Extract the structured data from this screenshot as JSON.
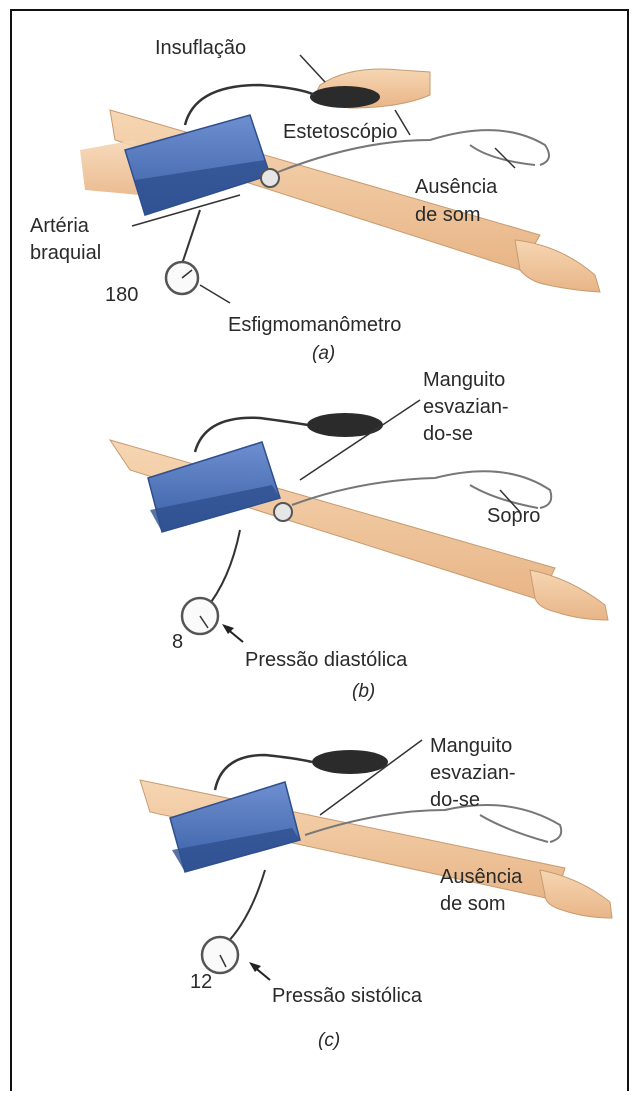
{
  "panel_a": {
    "insuflacao": "Insuflação",
    "estetoscopio": "Estetoscópio",
    "ausencia_l1": "Ausência",
    "ausencia_l2": "de som",
    "arteria_l1": "Artéria",
    "arteria_l2": "braquial",
    "gauge_value": "180",
    "esfigmo": "Esfigmomanômetro",
    "caption": "(a)"
  },
  "panel_b": {
    "manguito_l1": "Manguito",
    "manguito_l2": "esvazian-",
    "manguito_l3": "do-se",
    "sopro": "Sopro",
    "gauge_value": "8",
    "pressao": "Pressão diastólica",
    "caption": "(b)"
  },
  "panel_c": {
    "manguito_l1": "Manguito",
    "manguito_l2": "esvazian-",
    "manguito_l3": "do-se",
    "ausencia_l1": "Ausência",
    "ausencia_l2": "de som",
    "gauge_value": "12",
    "pressao": "Pressão sistólica",
    "caption": "(c)"
  },
  "colors": {
    "cuff": "#4f73b8",
    "cuff_dark": "#2e4f8f",
    "skin": "#f2c9a0",
    "bulb": "#2b2b2b",
    "tube": "#333333"
  }
}
